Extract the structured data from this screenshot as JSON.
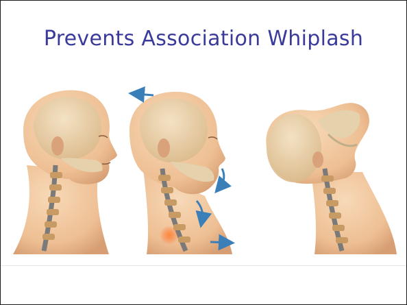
{
  "slide": {
    "title": "Prevents Association Whiplash"
  },
  "illustration": {
    "panels": [
      "neutral-head",
      "flexion-head",
      "extension-head"
    ],
    "colors": {
      "skin": "#f1c7a0",
      "skin_shadow": "#d9a27a",
      "bone": "#e9d8b5",
      "spine": "#c89a64",
      "arrow": "#3a7fb8",
      "injury": "#ff6a2a"
    }
  }
}
